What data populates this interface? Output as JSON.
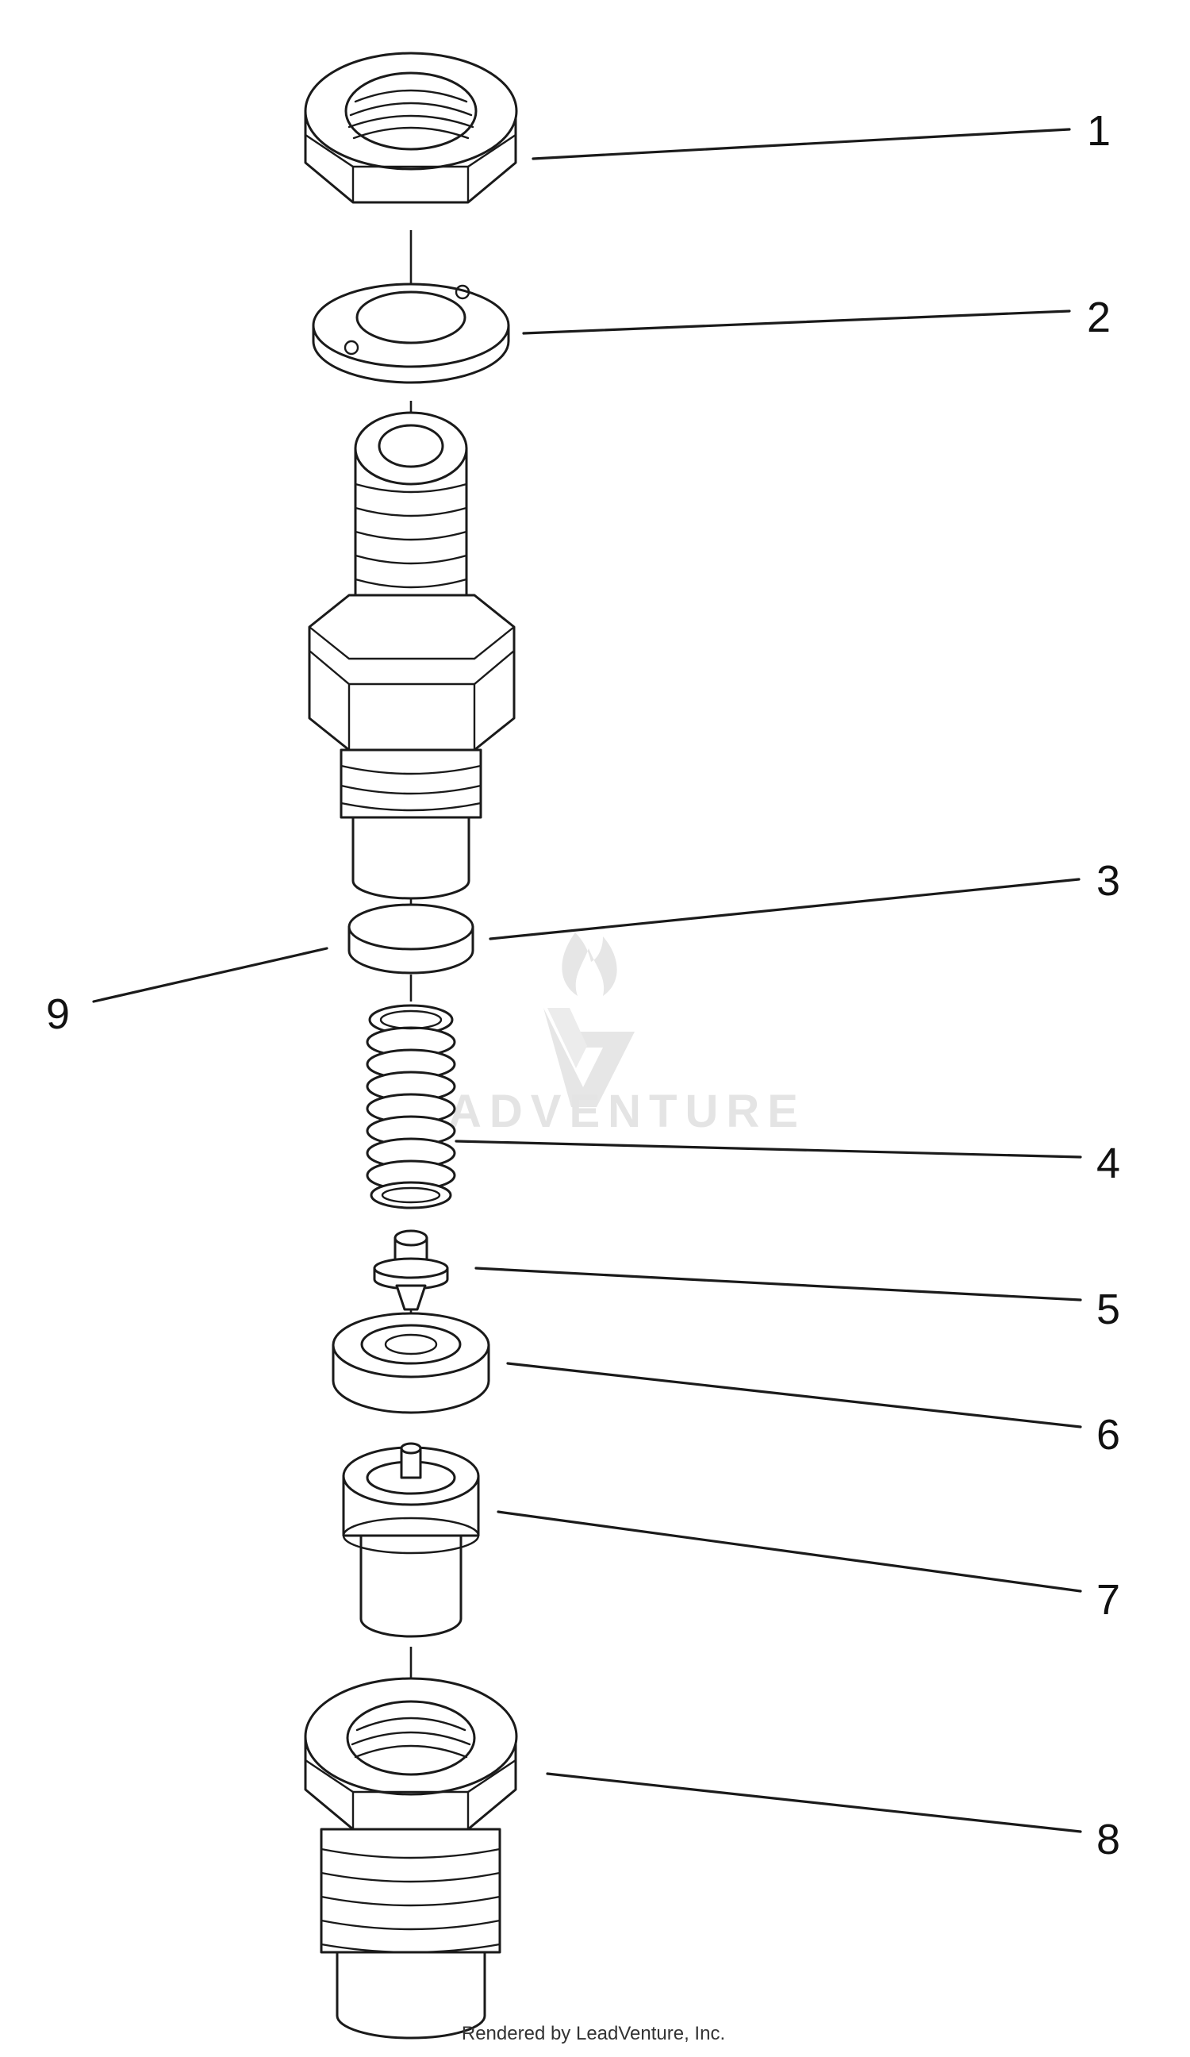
{
  "callouts": {
    "c1": "1",
    "c2": "2",
    "c3": "3",
    "c4": "4",
    "c5": "5",
    "c6": "6",
    "c7": "7",
    "c8": "8",
    "c9": "9"
  },
  "watermark": {
    "text": "ADVENTURE",
    "icon": "flame-v-logo-icon"
  },
  "footer": {
    "credit": "Rendered by LeadVenture, Inc."
  },
  "colors": {
    "line": "#1a1a1a",
    "watermark": "#e4e4e4",
    "background": "#ffffff"
  }
}
